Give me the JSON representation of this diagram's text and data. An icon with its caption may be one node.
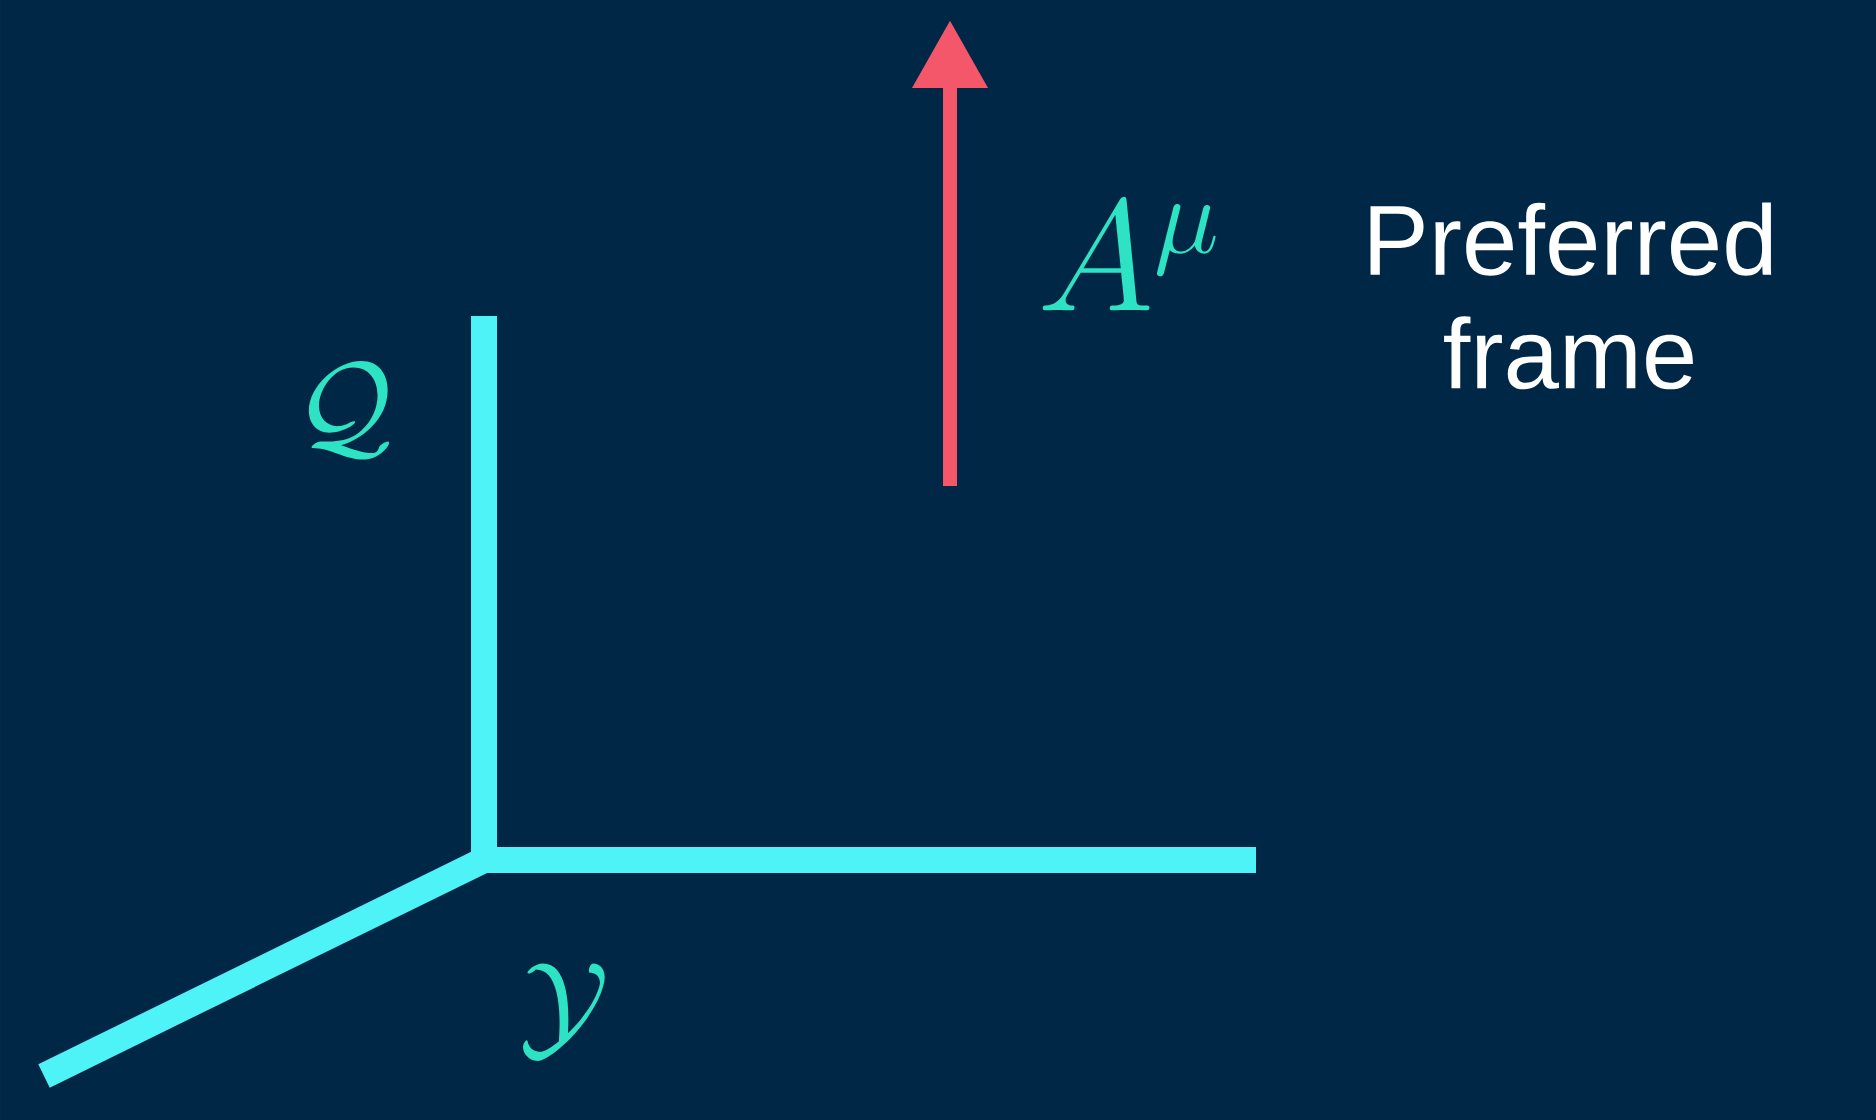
{
  "diagram": {
    "labels": [
      "\\mathcal{Q}",
      "A^\\mu",
      "Preferred frame",
      "\\mathcal{Y}"
    ]
  }
}
